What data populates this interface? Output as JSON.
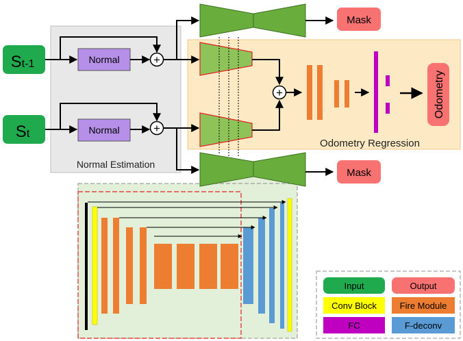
{
  "diagram": {
    "inputs": [
      {
        "main": "S",
        "sub": "t-1"
      },
      {
        "main": "S",
        "sub": "t"
      }
    ],
    "normal_label": "Normal",
    "normal_estimation_label": "Normal Estimation",
    "odometry_regression_label": "Odometry Regression",
    "mask_label": "Mask",
    "odometry_label": "Odometry",
    "plus_symbol": "+",
    "legend": [
      {
        "label": "Input",
        "color": "#1faa4d"
      },
      {
        "label": "Output",
        "color": "#f87272"
      },
      {
        "label": "Conv Block",
        "color": "#ffff00"
      },
      {
        "label": "Fire Module",
        "color": "#ed7d31"
      },
      {
        "label": "FC",
        "color": "#c000c0"
      },
      {
        "label": "F-deconv",
        "color": "#5b9bd5"
      }
    ],
    "colors": {
      "input": "#1faa4d",
      "output": "#f87272",
      "normal_box": "#b690e8",
      "green_trap": "#69ad3c",
      "green_light": "#8ec35a",
      "fire": "#ed7d31",
      "conv": "#ffff00",
      "deconv": "#5b9bd5",
      "fc": "#c000c0",
      "normal_est_bg": "#e8e8e8",
      "odom_bg": "#fde9c4",
      "detail_bg": "#e2efd9"
    }
  }
}
